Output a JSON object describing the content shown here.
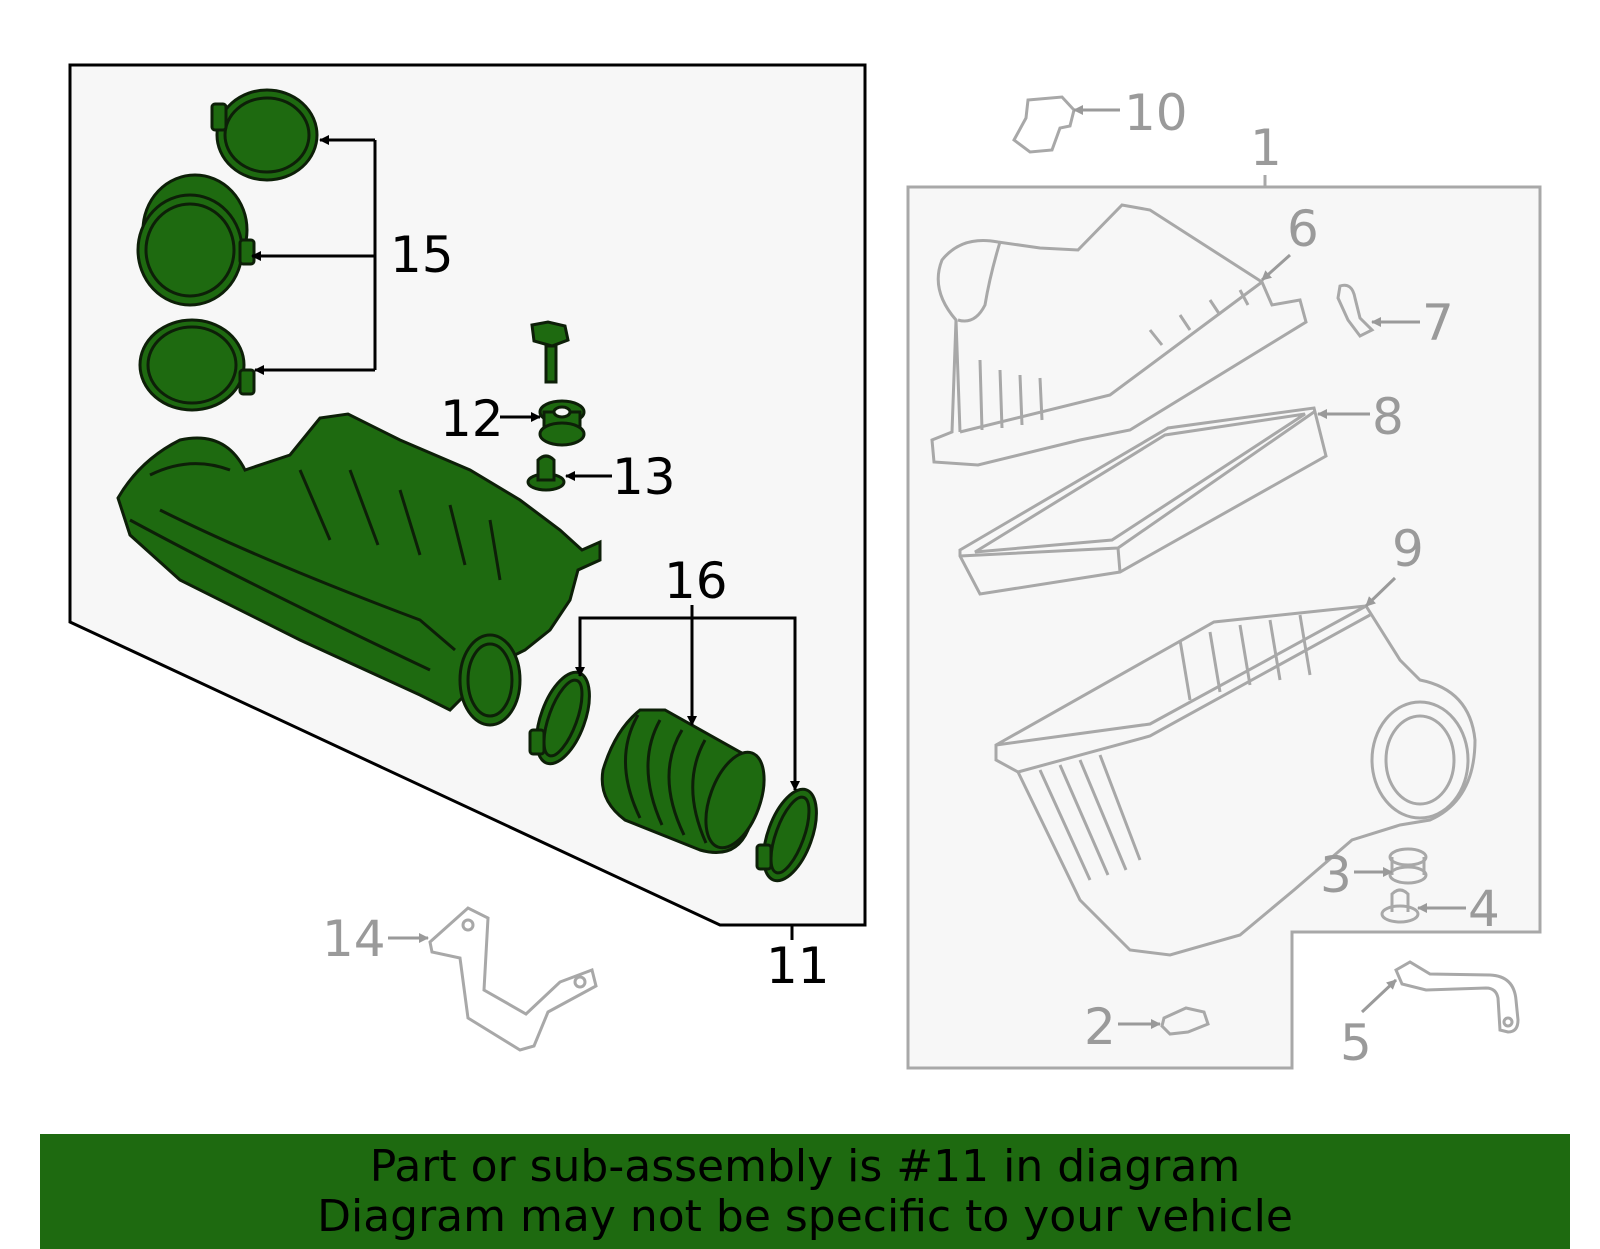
{
  "colors": {
    "highlight_fill": "#1e6a10",
    "highlight_stroke": "#0d1f08",
    "other_stroke": "#a8a8a8",
    "box_fill": "#f7f7f7",
    "banner": "#1e6a10"
  },
  "callouts": {
    "c1": "1",
    "c2": "2",
    "c3": "3",
    "c4": "4",
    "c5": "5",
    "c6": "6",
    "c7": "7",
    "c8": "8",
    "c9": "9",
    "c10": "10",
    "c11": "11",
    "c12": "12",
    "c13": "13",
    "c14": "14",
    "c15": "15",
    "c16": "16"
  },
  "banner": {
    "line1": "Part or sub-assembly is #11 in diagram",
    "line2": "Diagram may not be specific to your vehicle"
  }
}
